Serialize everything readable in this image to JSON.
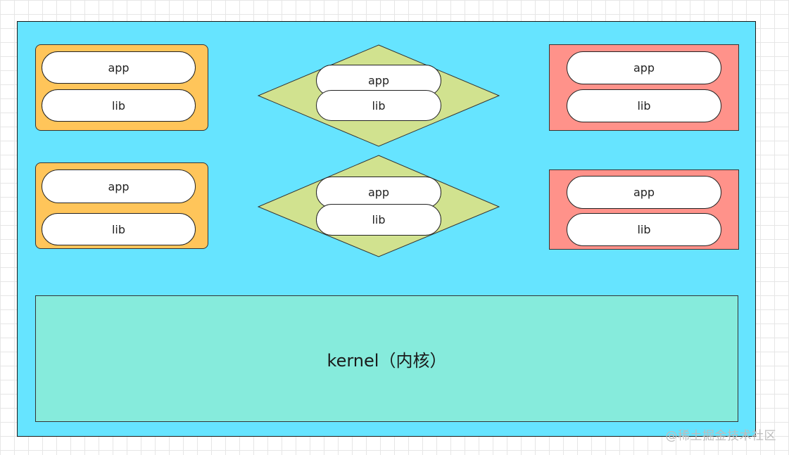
{
  "diagram": {
    "colors": {
      "background_grid": "#e6e6e6",
      "outer_box": "#66e4ff",
      "left_groups": "#ffc55a",
      "middle_diamonds": "#d1e28f",
      "right_groups": "#ff928a",
      "kernel": "#86ebdc",
      "pill": "#ffffff"
    },
    "left_top": {
      "app": "app",
      "lib": "lib"
    },
    "left_bottom": {
      "app": "app",
      "lib": "lib"
    },
    "middle_top": {
      "app": "app",
      "lib": "lib"
    },
    "middle_bottom": {
      "app": "app",
      "lib": "lib"
    },
    "right_top": {
      "app": "app",
      "lib": "lib"
    },
    "right_bottom": {
      "app": "app",
      "lib": "lib"
    },
    "kernel_label": "kernel（内核）",
    "watermark": "@稀土掘金技术社区"
  }
}
